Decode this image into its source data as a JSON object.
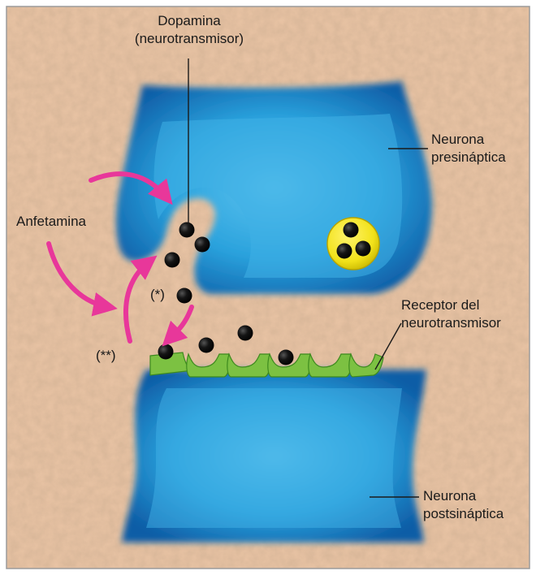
{
  "labels": {
    "dopamine_line1": "Dopamina",
    "dopamine_line2": "(neurotransmisor)",
    "presynaptic_line1": "Neurona",
    "presynaptic_line2": "presináptica",
    "amphetamine": "Anfetamina",
    "receptor_line1": "Receptor del",
    "receptor_line2": "neurotransmisor",
    "marker_single": "(*)",
    "marker_double": "(**)",
    "postsynaptic_line1": "Neurona",
    "postsynaptic_line2": "postsináptica"
  },
  "colors": {
    "background": "#e8c3a4",
    "neuron_blue": "#2aa2dd",
    "neuron_dark": "#0e5da6",
    "vesicle_yellow": "#f2e21a",
    "receptor_green": "#7cc142",
    "arrow_pink": "#e8379a",
    "dopamine_black": "#111111"
  },
  "icons": [
    "dopamine-molecule-icon",
    "vesicle-icon",
    "receptor-icon",
    "arrow-icon"
  ]
}
